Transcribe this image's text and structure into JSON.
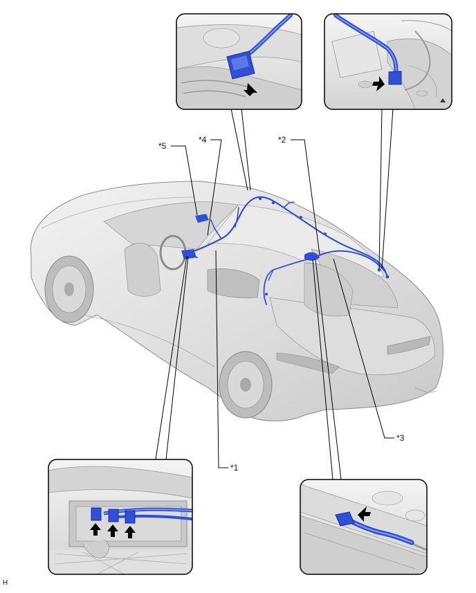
{
  "callouts": {
    "c1": "*1",
    "c2": "*2",
    "c3": "*3",
    "c4": "*4",
    "c5": "*5"
  },
  "figure_code": "H",
  "colors": {
    "harness": "#2f4fd6",
    "harness_light": "#6f8cf0",
    "car_body": "#e4e4e4",
    "car_shadow": "#c9c9c9",
    "outline": "#000000",
    "inset_bg": "#e9e9e9"
  }
}
